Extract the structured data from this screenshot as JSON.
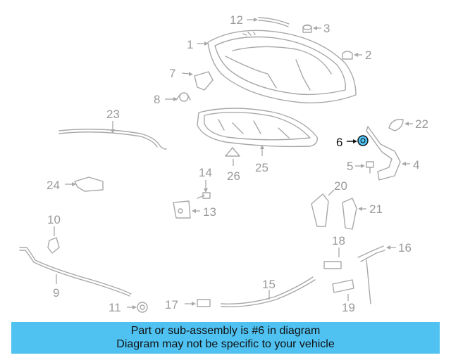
{
  "callouts": {
    "c1": "1",
    "c2": "2",
    "c3": "3",
    "c4": "4",
    "c5": "5",
    "c6": "6",
    "c7": "7",
    "c8": "8",
    "c9": "9",
    "c10": "10",
    "c11": "11",
    "c12": "12",
    "c13": "13",
    "c14": "14",
    "c15": "15",
    "c16": "16",
    "c17": "17",
    "c18": "18",
    "c19": "19",
    "c20": "20",
    "c21": "21",
    "c22": "22",
    "c23": "23",
    "c24": "24",
    "c25": "25",
    "c26": "26"
  },
  "highlight": {
    "part": "6",
    "color": "#4fc2f2"
  },
  "banner": {
    "line1": "Part or sub-assembly is #6 in diagram",
    "line2": "Diagram may not be specific to your vehicle",
    "background": "#4fc2f2"
  }
}
